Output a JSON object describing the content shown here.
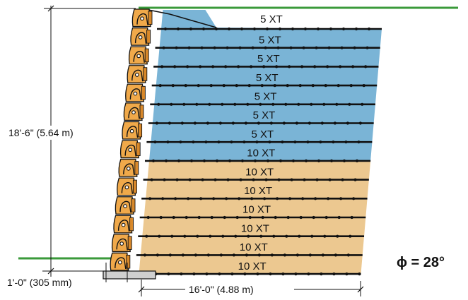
{
  "colors": {
    "upper_zone": "#7ab4d6",
    "lower_zone": "#ecc890",
    "block_fill": "#f0a94a",
    "block_stroke": "#111111",
    "ground": "#3a9a3a",
    "footing": "#cfcfcf"
  },
  "wall": {
    "height_label": "18'-6\" (5.64 m)",
    "toe_label": "1'-0\" (305 mm)",
    "length_label": "16'-0\" (4.88 m)",
    "friction_angle": "ϕ = 28°"
  },
  "layers": [
    {
      "label": "5 XT",
      "zone": "upper"
    },
    {
      "label": "5 XT",
      "zone": "upper"
    },
    {
      "label": "5 XT",
      "zone": "upper"
    },
    {
      "label": "5 XT",
      "zone": "upper"
    },
    {
      "label": "5 XT",
      "zone": "upper"
    },
    {
      "label": "5 XT",
      "zone": "upper"
    },
    {
      "label": "5 XT",
      "zone": "upper"
    },
    {
      "label": "10 XT",
      "zone": "lower"
    },
    {
      "label": "10 XT",
      "zone": "lower"
    },
    {
      "label": "10 XT",
      "zone": "lower"
    },
    {
      "label": "10 XT",
      "zone": "lower"
    },
    {
      "label": "10 XT",
      "zone": "lower"
    },
    {
      "label": "10 XT",
      "zone": "lower"
    },
    {
      "label": "10 XT",
      "zone": "lower"
    }
  ],
  "block_count": 14
}
